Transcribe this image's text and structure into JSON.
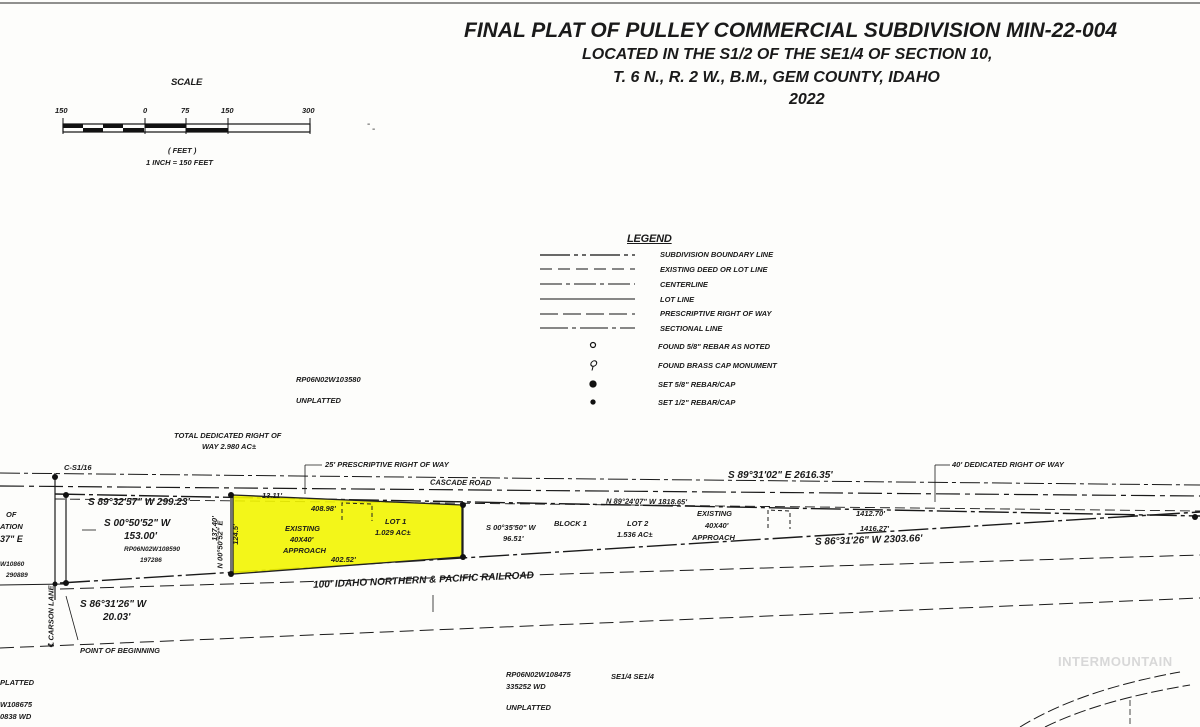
{
  "title": {
    "line1": "FINAL PLAT OF PULLEY COMMERCIAL SUBDIVISION MIN-22-004",
    "line2": "LOCATED IN THE S1/2 OF THE SE1/4 OF SECTION 10,",
    "line3": "T. 6 N., R. 2 W., B.M., GEM COUNTY, IDAHO",
    "line4": "2022"
  },
  "scale": {
    "label": "SCALE",
    "ticks": [
      "150",
      "0",
      "75",
      "150",
      "300"
    ],
    "unit": "( FEET )",
    "ratio": "1 INCH = 150 FEET"
  },
  "legend": {
    "heading": "LEGEND",
    "items": [
      "SUBDIVISION BOUNDARY LINE",
      "EXISTING DEED OR LOT LINE",
      "CENTERLINE",
      "LOT LINE",
      "PRESCRIPTIVE RIGHT OF WAY",
      "SECTIONAL LINE",
      "FOUND 5/8\" REBAR AS NOTED",
      "FOUND BRASS CAP MONUMENT",
      "SET 5/8\" REBAR/CAP",
      "SET 1/2\" REBAR/CAP"
    ]
  },
  "labels": {
    "parcel_top": "RP06N02W103580",
    "unplatted_top": "UNPLATTED",
    "total_row_1": "TOTAL DEDICATED RIGHT OF",
    "total_row_2": "WAY 2.980 AC±",
    "corner": "C-S1/16",
    "presc_row": "25' PRESCRIPTIVE RIGHT OF WAY",
    "cascade": "CASCADE ROAD",
    "ded_row": "40' DEDICATED RIGHT OF WAY",
    "north_bearing": "S 89°31'02\" E  2616.35'",
    "west_bearing": "S 89°32'57\" W  299.23'",
    "w_dim": "13.11'",
    "lot1_top": "408.98'",
    "inner_bearing": "N 89°24'07\" W  1818.65'",
    "s_bearing1": "S 00°50'52\" W",
    "s_dist1": "153.00'",
    "parcel_mid": "RP06N02W108590",
    "parcel_mid_num": "197286",
    "vert_dim": "137.40'",
    "vert_bearing": "N 00°50'52\" E",
    "vert_dim2": "124.5'",
    "existing1": "EXISTING",
    "approach_size1": "40X40'",
    "approach1": "APPROACH",
    "lot1": "LOT 1",
    "lot1_area": "1.029 AC±",
    "lot1_bottom": "402.52'",
    "s_bearing2": "S 00°35'50\" W",
    "s_dist2": "96.51'",
    "block": "BLOCK 1",
    "lot2": "LOT 2",
    "lot2_area": "1.536 AC±",
    "existing2": "EXISTING",
    "approach_size2": "40X40'",
    "approach2": "APPROACH",
    "dim_a": "1412.70'",
    "dim_b": "1416.27'",
    "south_bearing": "S 86°31'26\" W  2303.66'",
    "railroad": "100' IDAHO NORTHERN & PACIFIC RAILROAD",
    "bottom_bearing": "S 86°31'26\" W",
    "bottom_dist": "20.03'",
    "beginning": "POINT OF BEGINNING",
    "carson": "℄ CARSON LANE",
    "parcel_bottom": "RP06N02W108475",
    "parcel_bottom_num": "335252 WD",
    "unplatted_bottom": "UNPLATTED",
    "section": "SE1/4 SE1/4",
    "left_of": "OF",
    "left_ation": "ATION",
    "left_37e": "37\" E",
    "left_w10": "W10860",
    "left_290": "290889",
    "left_platted": "PLATTED",
    "left_w1086": "W108675",
    "left_wd": "0838 WD"
  },
  "watermark": "INTERMOUNTAIN",
  "colors": {
    "highlight": "#f2f500",
    "ink": "#1a1a1a",
    "paper": "#fdfdfb"
  }
}
